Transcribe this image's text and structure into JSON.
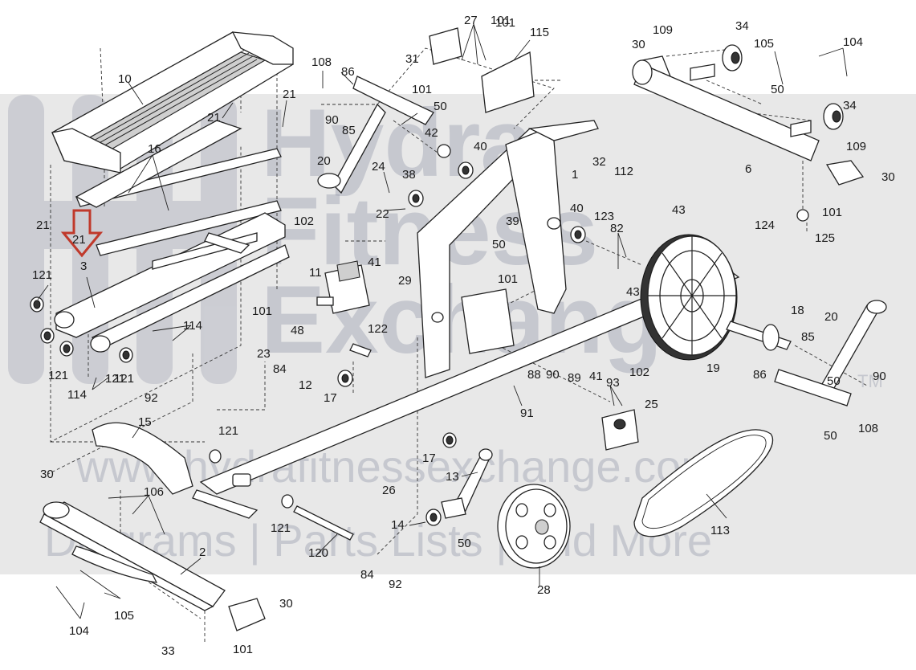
{
  "watermark": {
    "logo_line1": "Hydra",
    "logo_line2": "Fitness",
    "logo_line3": "Exchange",
    "trademark": "TM",
    "url": "www.hydrafitnessexchange.com",
    "tagline": "Diagrams | Parts Lists | And More"
  },
  "highlight_arrow": {
    "color": "#c0392b",
    "part_number": "21"
  },
  "callouts": [
    "1",
    "2",
    "3",
    "6",
    "10",
    "11",
    "12",
    "13",
    "14",
    "15",
    "16",
    "17",
    "17",
    "18",
    "19",
    "20",
    "20",
    "21",
    "21",
    "21",
    "21",
    "22",
    "23",
    "24",
    "25",
    "26",
    "27",
    "28",
    "29",
    "30",
    "30",
    "30",
    "30",
    "31",
    "32",
    "33",
    "34",
    "34",
    "38",
    "39",
    "40",
    "40",
    "41",
    "41",
    "42",
    "43",
    "43",
    "48",
    "50",
    "50",
    "50",
    "50",
    "50",
    "50",
    "82",
    "84",
    "84",
    "85",
    "85",
    "86",
    "86",
    "88",
    "89",
    "90",
    "90",
    "90",
    "91",
    "92",
    "92",
    "93",
    "101",
    "101",
    "101",
    "101",
    "101",
    "101",
    "101",
    "102",
    "102",
    "104",
    "104",
    "105",
    "105",
    "106",
    "108",
    "108",
    "109",
    "109",
    "112",
    "113",
    "114",
    "114",
    "115",
    "120",
    "121",
    "121",
    "121",
    "121",
    "121",
    "121",
    "122",
    "123",
    "124",
    "125"
  ]
}
